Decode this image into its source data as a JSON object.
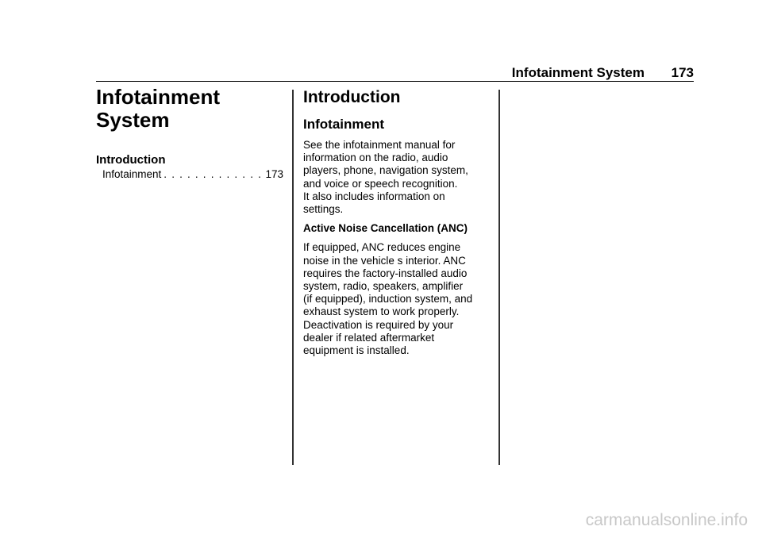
{
  "header": {
    "title": "Infotainment System",
    "page_number": "173"
  },
  "toc": {
    "chapter_title_line1": "Infotainment",
    "chapter_title_line2": "System",
    "heading": "Introduction",
    "entries": [
      {
        "label": "Infotainment",
        "dots": ". . . . . . . . . . . . . . . . . . . . . . . . . . . . . .",
        "page": "173"
      }
    ]
  },
  "content": {
    "section_title": "Introduction",
    "subsection_title": "Infotainment",
    "paragraph1_lines": [
      "See the infotainment manual for",
      "information on the radio, audio",
      "players, phone, navigation system,",
      "and voice or speech recognition.",
      "It also includes information on",
      "settings."
    ],
    "anc_heading": "Active Noise Cancellation (ANC)",
    "paragraph2_lines": [
      "If equipped, ANC reduces engine",
      "noise in the vehicle s interior. ANC",
      "requires the factory-installed audio",
      "system, radio, speakers, amplifier",
      "(if equipped), induction system, and",
      "exhaust system to work properly.",
      "Deactivation is required by your",
      "dealer if related aftermarket",
      "equipment is installed."
    ]
  },
  "watermark": "carmanualsonline.info"
}
